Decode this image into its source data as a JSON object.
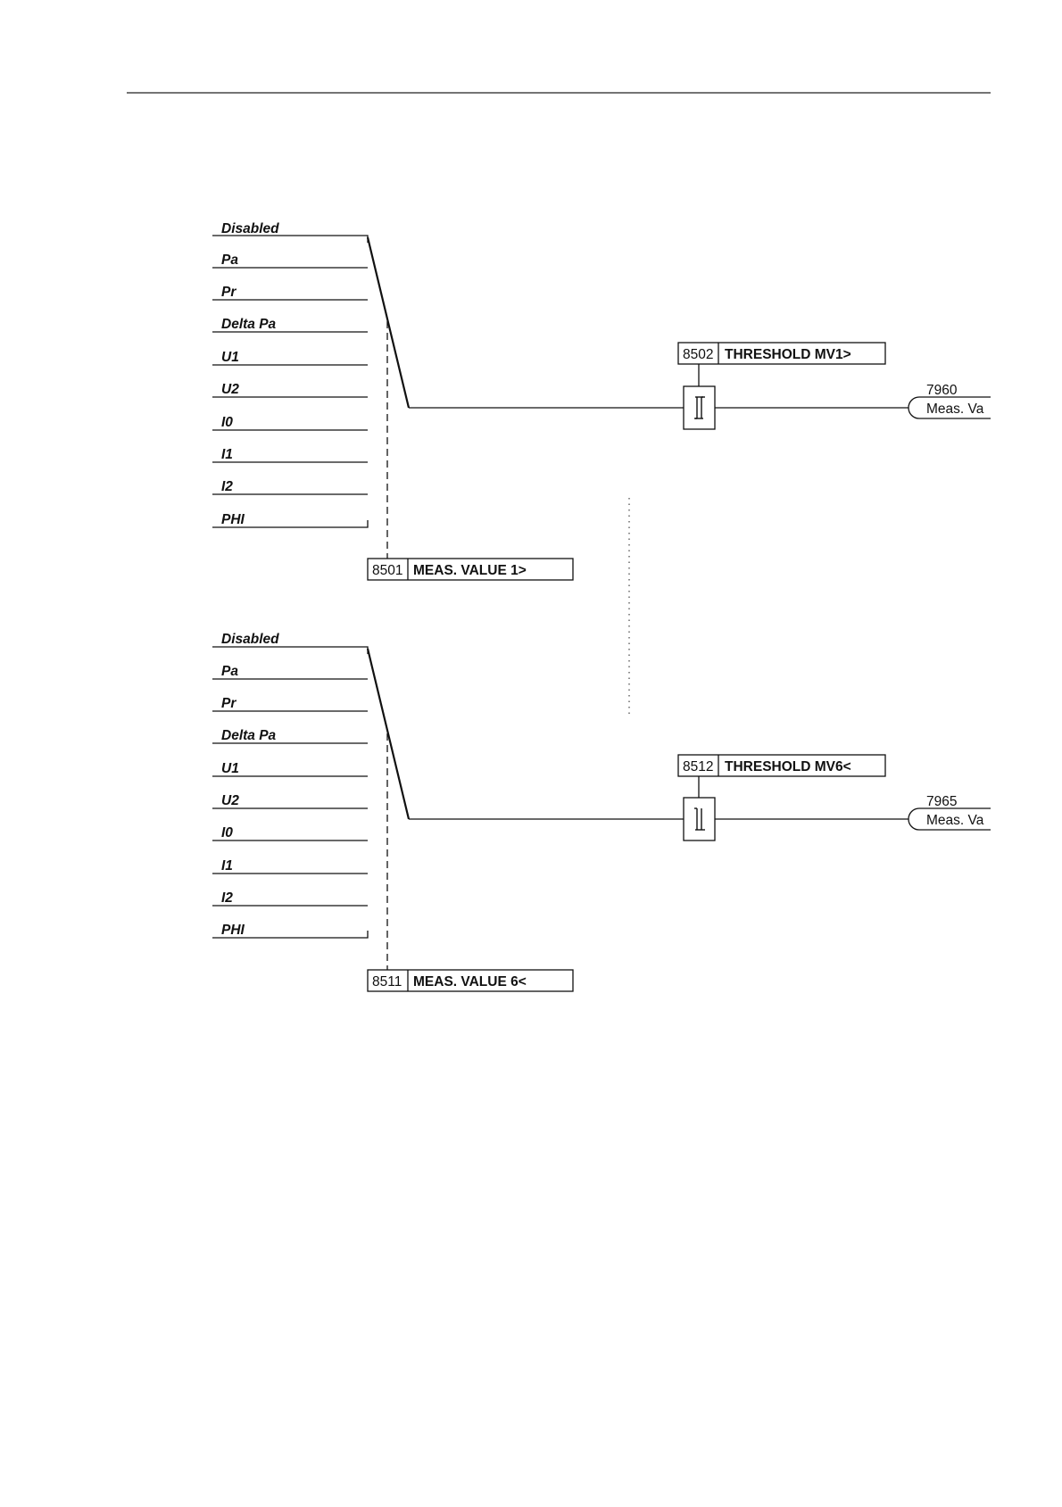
{
  "diagram": {
    "blocks": [
      {
        "options": [
          "Disabled",
          "Pa",
          "Pr",
          "Delta Pa",
          "U1",
          "U2",
          "I0",
          "I1",
          "I2",
          "PHI"
        ],
        "selector_param": {
          "number": "8501",
          "name": "MEAS. VALUE 1>"
        },
        "threshold_param": {
          "number": "8502",
          "name": "THRESHOLD MV1>"
        },
        "comparator": "greater",
        "output": {
          "number": "7960",
          "text": "Meas. Va"
        }
      },
      {
        "options": [
          "Disabled",
          "Pa",
          "Pr",
          "Delta Pa",
          "U1",
          "U2",
          "I0",
          "I1",
          "I2",
          "PHI"
        ],
        "selector_param": {
          "number": "8511",
          "name": "MEAS. VALUE 6<"
        },
        "threshold_param": {
          "number": "8512",
          "name": "THRESHOLD MV6<"
        },
        "comparator": "less",
        "output": {
          "number": "7965",
          "text": "Meas. Va"
        }
      }
    ]
  }
}
